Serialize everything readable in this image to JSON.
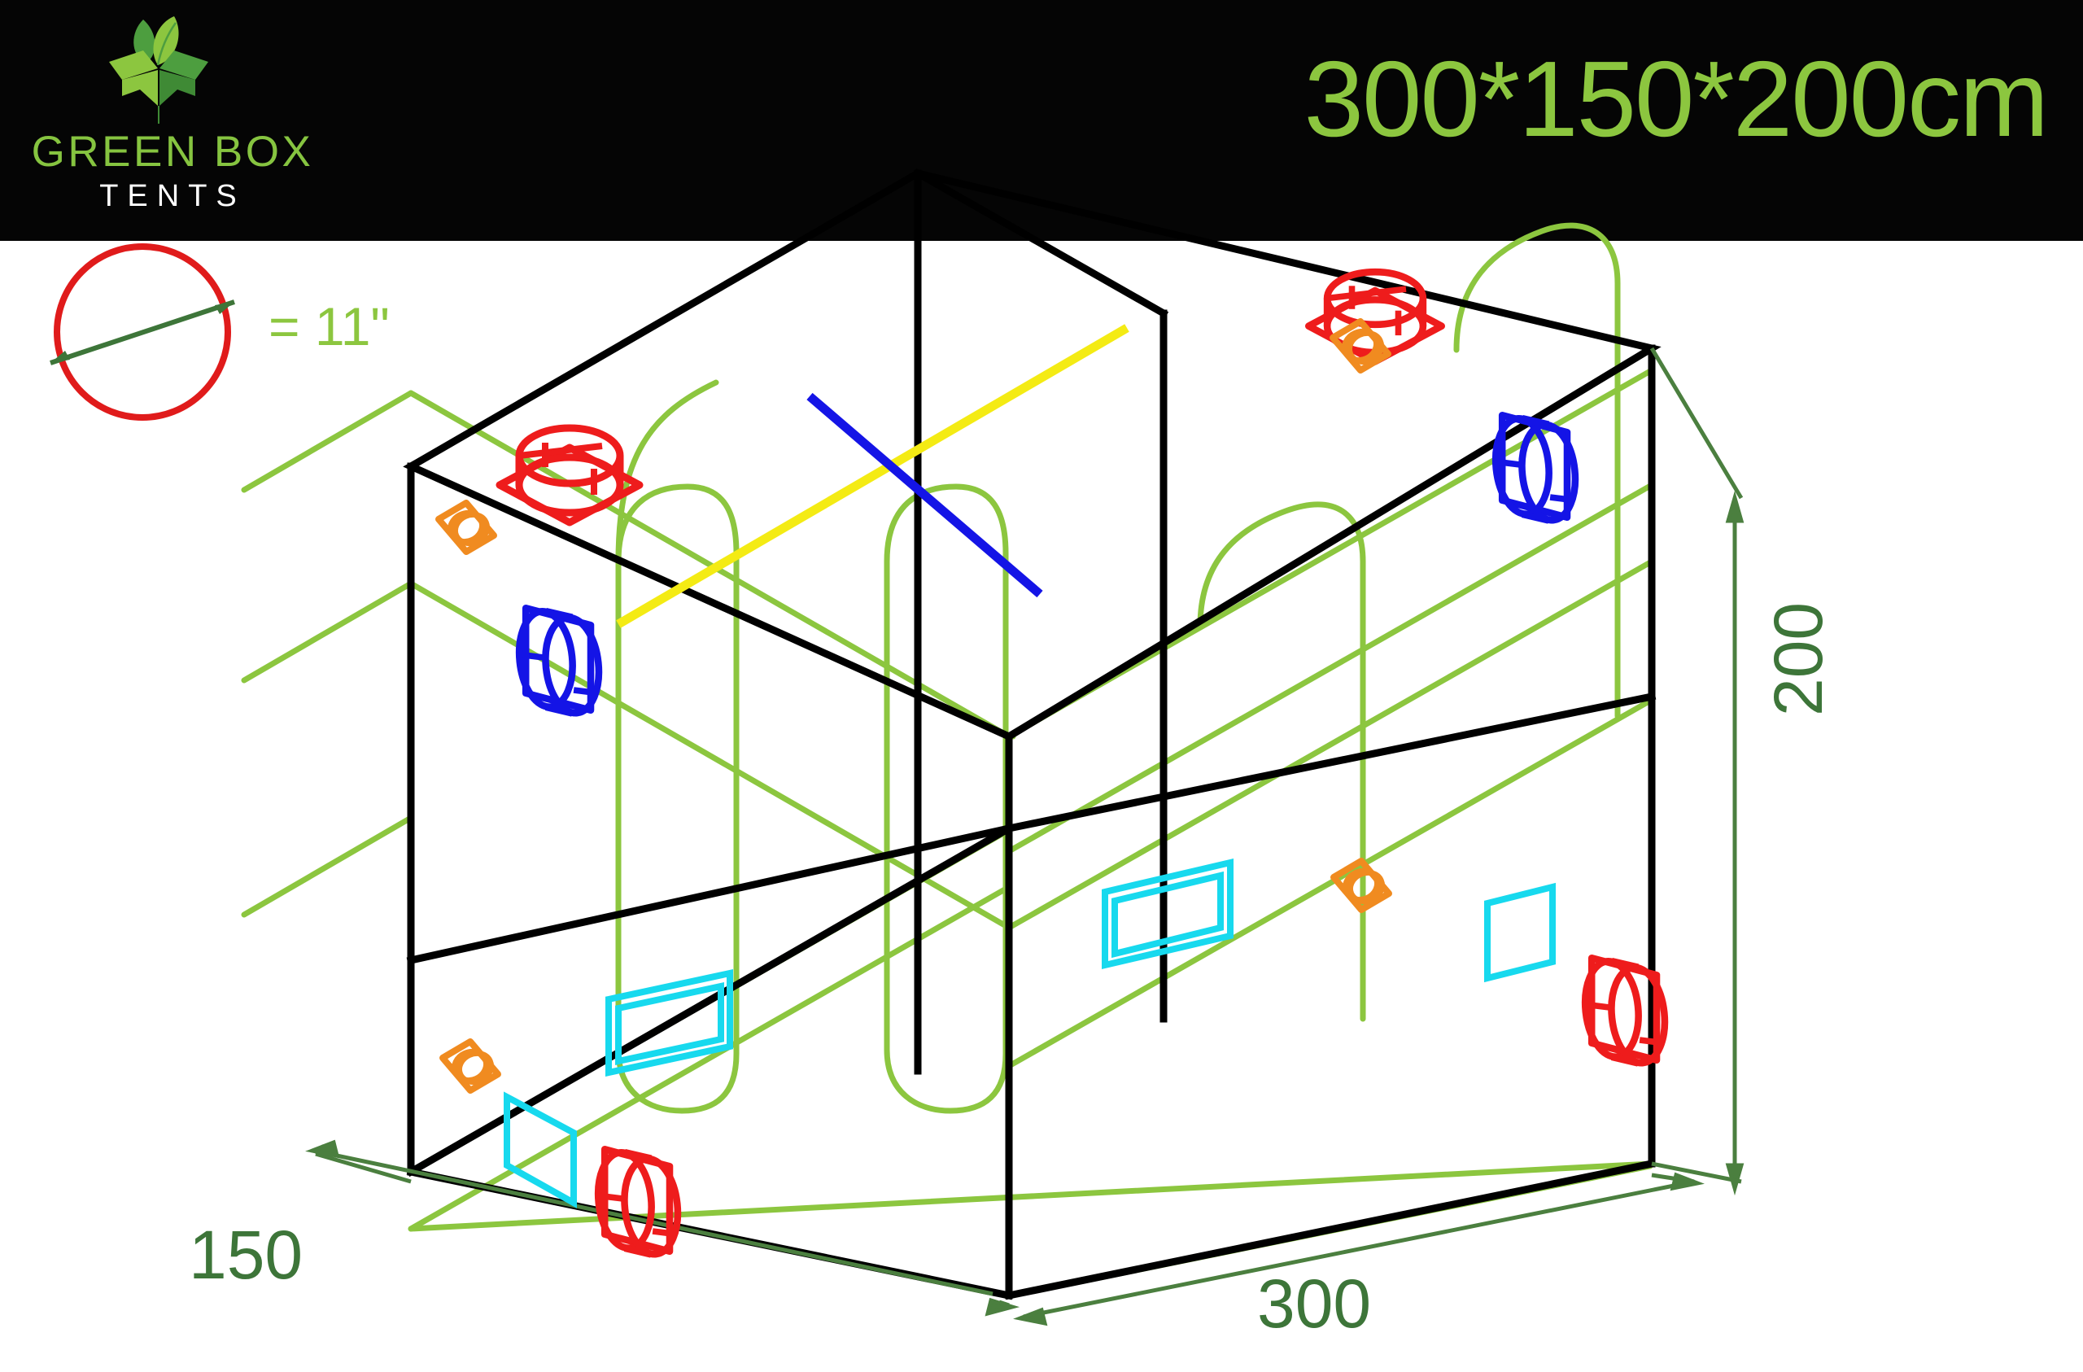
{
  "header": {
    "background": "#050505",
    "brand_line1": "GREEN BOX",
    "brand_line2": "TENTS",
    "brand_color": "#86c440",
    "brand_sub_color": "#ffffff",
    "title": "300*150*200cm",
    "title_color": "#8cc63f",
    "logo_icon": "green-box-plant-logo"
  },
  "legend": {
    "equals_label": "= 11\"",
    "circle_color": "#e01b1b",
    "arrow_color": "#3d7539",
    "text_color": "#8cc63f",
    "meaning": "circle symbol equals an 11 inch duct port"
  },
  "dimensions": {
    "width_label": "300",
    "depth_label": "150",
    "height_label": "200",
    "unit": "cm",
    "label_color": "#3d7539",
    "width_cm": 300,
    "depth_cm": 150,
    "height_cm": 200
  },
  "colors": {
    "outline": "#000000",
    "zipper_green": "#8cc63f",
    "dim_line": "#4b7f3f",
    "duct_red": "#ee1c1c",
    "duct_blue": "#1414e6",
    "cable_orange": "#f08b20",
    "window_cyan": "#17d9ee",
    "bar_yellow": "#f4eb14",
    "bar_blue": "#1414e6"
  },
  "diagram": {
    "type": "isometric-grow-tent",
    "title": "Green Box Tents 300x150x200cm grow tent port layout",
    "panels": [
      "top",
      "left-end",
      "front",
      "right-end",
      "floor"
    ],
    "doors": 2,
    "features": [
      {
        "name": "duct-port-top-left",
        "color": "duct_red",
        "size_in": 11,
        "panel": "top",
        "shape": "round-duct-flange"
      },
      {
        "name": "duct-port-top-right",
        "color": "duct_red",
        "size_in": 11,
        "panel": "top",
        "shape": "round-duct-flange"
      },
      {
        "name": "cable-port-top-left",
        "color": "cable_orange",
        "panel": "top",
        "shape": "square-cable-port"
      },
      {
        "name": "cable-port-top-right",
        "color": "cable_orange",
        "panel": "top",
        "shape": "square-cable-port"
      },
      {
        "name": "duct-port-left-upper",
        "color": "duct_blue",
        "size_in": 11,
        "panel": "left-end",
        "shape": "round-duct-flange"
      },
      {
        "name": "duct-port-right-upper",
        "color": "duct_blue",
        "size_in": 11,
        "panel": "right-end",
        "shape": "round-duct-flange"
      },
      {
        "name": "duct-port-left-lower",
        "color": "duct_red",
        "size_in": 11,
        "panel": "left-end",
        "shape": "round-duct-flange"
      },
      {
        "name": "duct-port-right-lower",
        "color": "duct_red",
        "size_in": 11,
        "panel": "right-end",
        "shape": "round-duct-flange"
      },
      {
        "name": "cable-port-left-mid",
        "color": "cable_orange",
        "panel": "left-end",
        "shape": "square-cable-port"
      },
      {
        "name": "cable-port-front-mid",
        "color": "cable_orange",
        "panel": "front",
        "shape": "square-cable-port"
      },
      {
        "name": "vent-window-left",
        "color": "window_cyan",
        "panel": "left-end",
        "shape": "rect-mesh-vent"
      },
      {
        "name": "vent-window-front",
        "color": "window_cyan",
        "panel": "front",
        "shape": "rect-mesh-vent"
      },
      {
        "name": "vent-window-floor-left",
        "color": "window_cyan",
        "panel": "floor-edge",
        "shape": "rect-mesh-vent"
      },
      {
        "name": "vent-window-floor-right",
        "color": "window_cyan",
        "panel": "floor-edge",
        "shape": "rect-mesh-vent"
      },
      {
        "name": "roof-bar-yellow",
        "color": "bar_yellow",
        "panel": "top",
        "shape": "support-bar"
      },
      {
        "name": "roof-bar-blue",
        "color": "bar_blue",
        "panel": "top",
        "shape": "support-bar"
      }
    ]
  }
}
